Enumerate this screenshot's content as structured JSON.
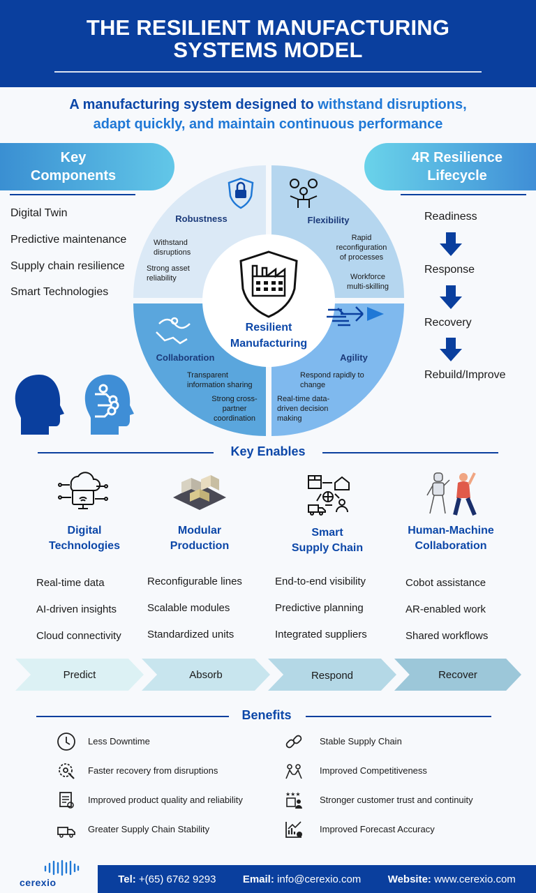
{
  "header": {
    "title_line1": "THE RESILIENT MANUFACTURING",
    "title_line2": "SYSTEMS MODEL"
  },
  "subtitle": {
    "part1": "A manufacturing system designed to ",
    "highlight": "withstand disruptions,",
    "line2": "adapt quickly, and maintain continuous performance"
  },
  "key_components": {
    "title_line1": "Key",
    "title_line2": "Components",
    "items": [
      "Digital Twin",
      "Predictive maintenance",
      "Supply chain resilience",
      "Smart Technologies"
    ]
  },
  "lifecycle": {
    "title_line1": "4R Resilience",
    "title_line2": "Lifecycle",
    "steps": [
      "Readiness",
      "Response",
      "Recovery",
      "Rebuild/Improve"
    ]
  },
  "model": {
    "center_line1": "Resilient",
    "center_line2": "Manufacturing",
    "robustness": {
      "title": "Robustness",
      "p1a": "Withstand",
      "p1b": "disruptions",
      "p2a": "Strong asset",
      "p2b": "reliability"
    },
    "flexibility": {
      "title": "Flexibility",
      "p1a": "Rapid",
      "p1b": "reconfiguration",
      "p1c": "of processes",
      "p2a": "Workforce",
      "p2b": "multi-skilling"
    },
    "collaboration": {
      "title": "Collaboration",
      "p1a": "Transparent",
      "p1b": "information sharing",
      "p2a": "Strong cross-",
      "p2b": "partner",
      "p2c": "coordination"
    },
    "agility": {
      "title": "Agility",
      "p1a": "Respond rapidly to",
      "p1b": "change",
      "p2a": "Real-time data-",
      "p2b": "driven decision",
      "p2c": "making"
    }
  },
  "key_enables": {
    "title": "Key Enables",
    "columns": [
      {
        "title_line1": "Digital",
        "title_line2": "Technologies",
        "items": [
          "Real-time data",
          "AI-driven insights",
          "Cloud connectivity"
        ]
      },
      {
        "title_line1": "Modular",
        "title_line2": "Production",
        "items": [
          "Reconfigurable lines",
          "Scalable modules",
          "Standardized units"
        ]
      },
      {
        "title_line1": "Smart",
        "title_line2": "Supply Chain",
        "items": [
          "End-to-end visibility",
          "Predictive planning",
          "Integrated suppliers"
        ]
      },
      {
        "title_line1": "Human-Machine",
        "title_line2": "Collaboration",
        "items": [
          "Cobot assistance",
          "AR-enabled work",
          "Shared workflows"
        ]
      }
    ]
  },
  "flow": [
    "Predict",
    "Absorb",
    "Respond",
    "Recover"
  ],
  "benefits": {
    "title": "Benefits",
    "left": [
      "Less Downtime",
      "Faster recovery from disruptions",
      "Improved product quality and reliability",
      "Greater Supply Chain Stability"
    ],
    "right": [
      "Stable Supply Chain",
      "Improved Competitiveness",
      "Stronger customer trust and continuity",
      "Improved Forecast Accuracy"
    ]
  },
  "footer": {
    "logo": "cerexio",
    "tel_label": "Tel:",
    "tel": "+(65) 6762 9293",
    "email_label": "Email:",
    "email": "info@cerexio.com",
    "website_label": "Website:",
    "website": "www.cerexio.com"
  },
  "colors": {
    "primary": "#0a3f9e",
    "accent": "#1f78d6",
    "light_blue": "#62c7e8"
  }
}
